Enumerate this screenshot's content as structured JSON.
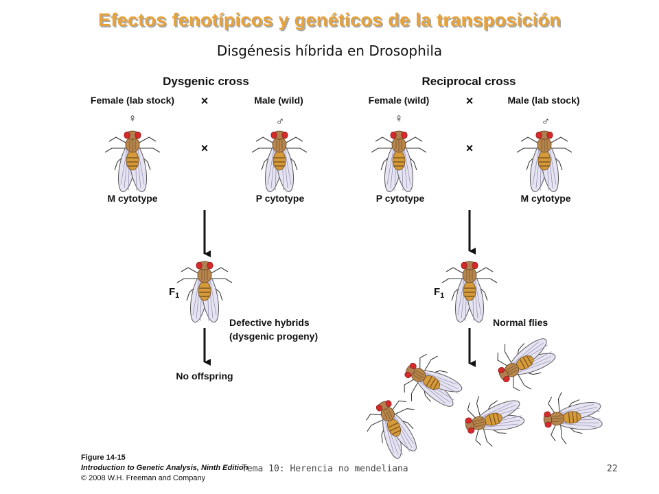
{
  "slide": {
    "title": "Efectos fenotípicos y genéticos de la  transposición",
    "subtitle": "Disgénesis híbrida en Drosophila"
  },
  "left_cross": {
    "heading": "Dysgenic cross",
    "female_label": "Female (lab stock)",
    "male_label": "Male (wild)",
    "cross_symbol": "×",
    "female_symbol": "♀",
    "male_symbol": "♂",
    "female_cytotype": "M cytotype",
    "male_cytotype": "P cytotype",
    "f1_label": "F",
    "f1_sub": "1",
    "result_line1": "Defective hybrids",
    "result_line2": "(dysgenic progeny)",
    "final_label": "No offspring"
  },
  "right_cross": {
    "heading": "Reciprocal cross",
    "female_label": "Female (wild)",
    "male_label": "Male (lab stock)",
    "cross_symbol": "×",
    "female_symbol": "♀",
    "male_symbol": "♂",
    "female_cytotype": "P cytotype",
    "male_cytotype": "M cytotype",
    "f1_label": "F",
    "f1_sub": "1",
    "result_line1": "Normal flies"
  },
  "caption": {
    "figure_number": "Figure 14-15",
    "book": "Introduction to Genetic Analysis, Ninth Edition",
    "copyright": "© 2008 W.H. Freeman and Company"
  },
  "footer": {
    "course": "Tema 10: Herencia no mendeliana",
    "page": "22"
  },
  "colors": {
    "title": "#e8a23a",
    "eye": "#d42a2a",
    "thorax": "#b8864b",
    "abdomen": "#d69a3a",
    "wing": "#e6e3f2"
  },
  "icons": [
    "fly-icon",
    "female-symbol",
    "male-symbol",
    "cross-symbol",
    "arrow-down"
  ]
}
